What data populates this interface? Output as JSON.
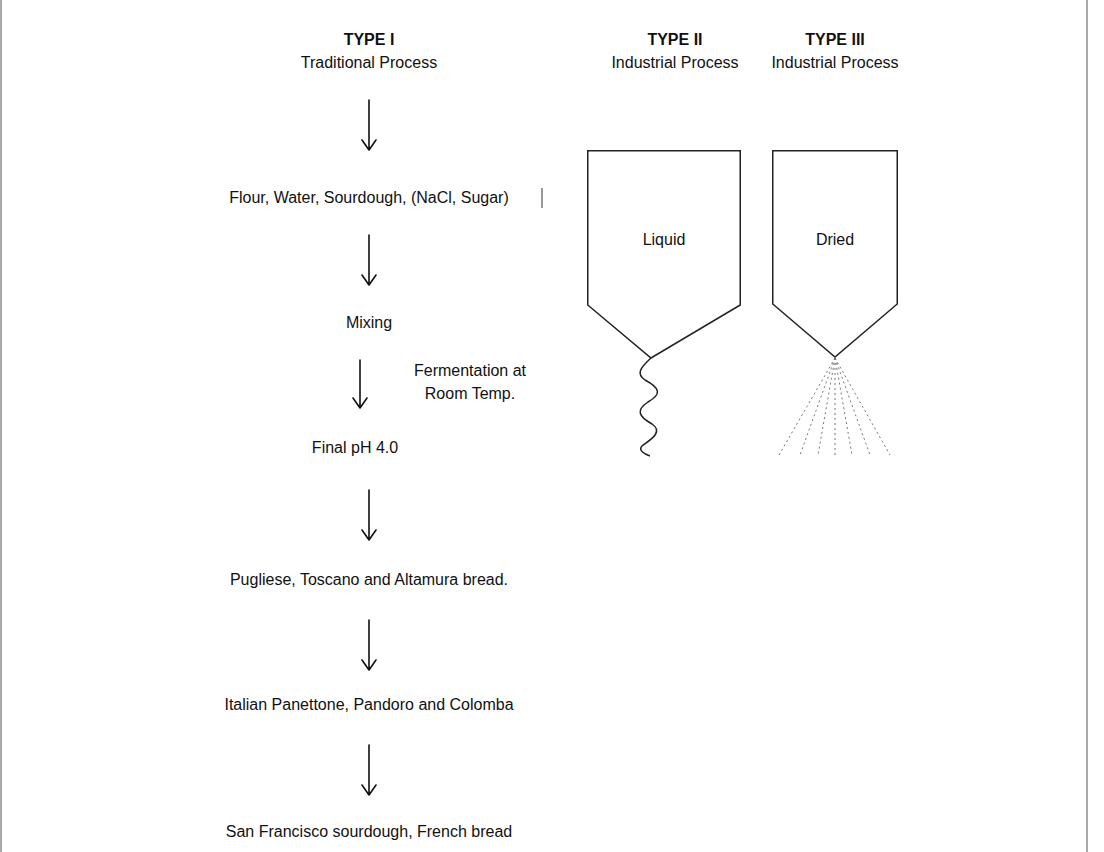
{
  "diagram": {
    "nodes": [
      {
        "text": [
          "TYPE I",
          "Traditional Process"
        ]
      },
      {
        "text": [
          "TYPE II",
          "Industrial Process"
        ]
      },
      {
        "text": [
          "TYPE III",
          "Industrial Process"
        ]
      },
      {
        "text": [
          "Flour, Water, Sourdough, (NaCl, Sugar)"
        ]
      },
      {
        "text": [
          "Liquid"
        ]
      },
      {
        "text": [
          "Dried"
        ]
      },
      {
        "text": [
          "Mixing"
        ]
      },
      {
        "text": [
          "Final pH 4.0"
        ]
      },
      {
        "text": [
          "Pugliese, Toscano and Altamura bread."
        ]
      },
      {
        "text": [
          "Italian Panettone, Pandoro and Colomba"
        ]
      },
      {
        "text": [
          "San Francisco sourdough, French bread"
        ]
      }
    ],
    "edges": [
      {
        "from": 0,
        "to": 3,
        "arrow": "to"
      },
      {
        "from": 3,
        "to": 6,
        "arrow": "to"
      },
      {
        "from": 6,
        "to": 7,
        "label": "Fermentation at Room Temp.",
        "arrow": "to"
      },
      {
        "from": 7,
        "to": 8,
        "arrow": "to"
      },
      {
        "from": 8,
        "to": 9,
        "arrow": "to"
      },
      {
        "from": 9,
        "to": 10,
        "arrow": "to"
      }
    ]
  }
}
